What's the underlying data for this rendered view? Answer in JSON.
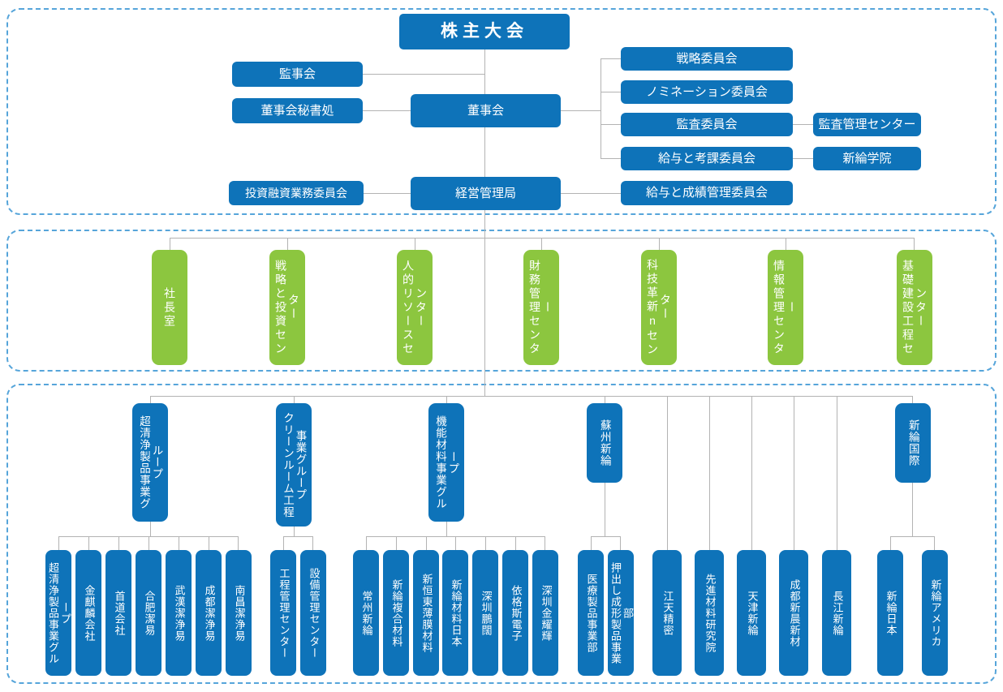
{
  "colors": {
    "node_blue": "#0e73b9",
    "node_green": "#8cc63f",
    "connector": "#b3b3b3",
    "frame_dash": "#56a5da"
  },
  "governance": {
    "shareholders": "株主大会",
    "supervisory_board": "監事会",
    "board_secretary": "董事会秘書処",
    "board": "董事会",
    "committees": [
      "戦略委員会",
      "ノミネーション委員会",
      "監査委員会",
      "給与と考課委員会"
    ],
    "audit_center": "監査管理センター",
    "academy": "新綸学院",
    "management_bureau": "経営管理局",
    "investment_committee": "投資融資業務委員会",
    "performance_committee": "給与と成績管理委員会"
  },
  "centers": [
    "社長室",
    "戦略と投資センター",
    "人的リソースセンター",
    "財務管理センター",
    "科技革新nセンター",
    "情報管理センター",
    "基礎建設工程センター"
  ],
  "business": {
    "groups": [
      {
        "label": "超清浄製品事業グループ",
        "children": [
          "超清浄製品事業グループ",
          "金麒麟会社",
          "首道会社",
          "合肥潔易",
          "武漢潔浄易",
          "成都潔浄易",
          "南昌潔浄易"
        ]
      },
      {
        "label": "クリーンルーム工程事業グループ",
        "children": [
          "工程管理センター",
          "設備管理センター"
        ]
      },
      {
        "label": "機能材料事業グループ",
        "children": [
          "常州新綸",
          "新綸複合材料",
          "新恒東薄膜材料",
          "新綸材料日本",
          "深圳鵬闊",
          "依格斯電子",
          "深圳金耀輝"
        ]
      },
      {
        "label": "蘇州新綸",
        "children": [
          "医療製品事業部",
          "押出し成形製品事業部"
        ]
      },
      {
        "label": "新綸国際",
        "children": [
          "新綸日本",
          "新綸アメリカ"
        ]
      }
    ],
    "direct": [
      "江天精密",
      "先進材料研究院",
      "天津新綸",
      "成都新晨新材",
      "長江新綸"
    ]
  }
}
